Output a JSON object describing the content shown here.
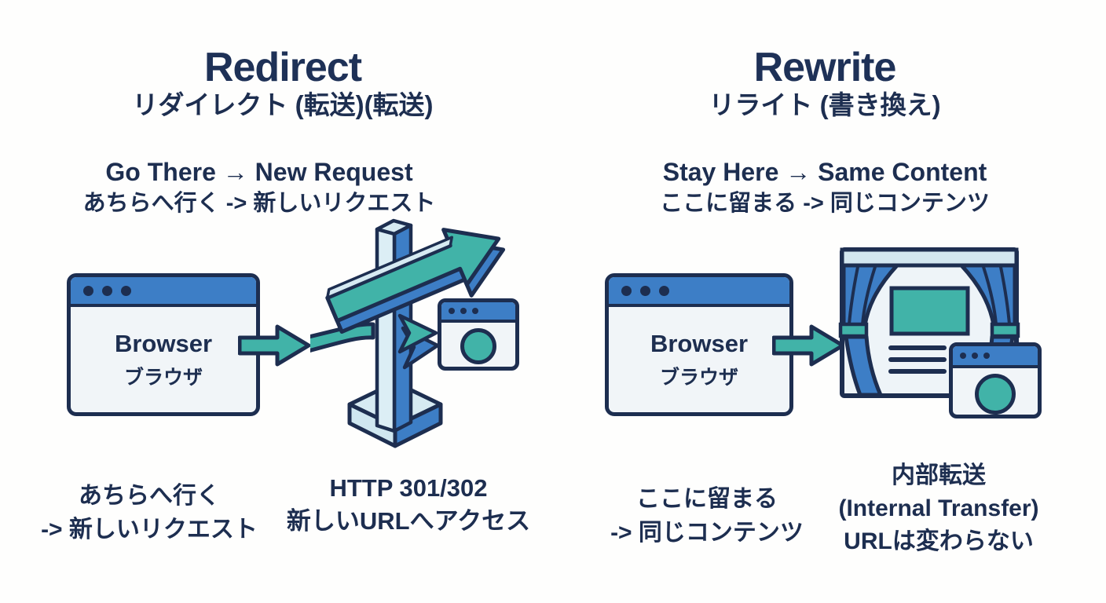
{
  "colors": {
    "navy_outline_text": "#1d2e50",
    "blue": "#3d7ec6",
    "teal": "#41b3a8",
    "light_blue": "#d3e7f0",
    "window_body": "#f1f5f8",
    "background": "#fefefd"
  },
  "redirect": {
    "title_en": "Redirect",
    "title_ja": "リダイレクト (転送)(転送)",
    "flow_en": "Go There → New Request",
    "flow_ja": "あちらへ行く -> 新しいリクエスト",
    "browser": {
      "label_en": "Browser",
      "label_ja": "ブラウザ"
    },
    "caption_action": {
      "line1": "あちらへ行く",
      "line2": "-> 新しいリクエスト"
    },
    "caption_http": {
      "line1": "HTTP 301/302",
      "line2": "新しいURLへアクセス"
    }
  },
  "rewrite": {
    "title_en": "Rewrite",
    "title_ja": "リライト (書き換え)",
    "flow_en": "Stay Here → Same Content",
    "flow_ja": "ここに留まる -> 同じコンテンツ",
    "browser": {
      "label_en": "Browser",
      "label_ja": "ブラウザ"
    },
    "caption_action": {
      "line1": "ここに留まる",
      "line2": "-> 同じコンテンツ"
    },
    "caption_internal": {
      "line1": "内部転送",
      "line2": "(Internal Transfer)",
      "line3": "URLは変わらない"
    }
  }
}
